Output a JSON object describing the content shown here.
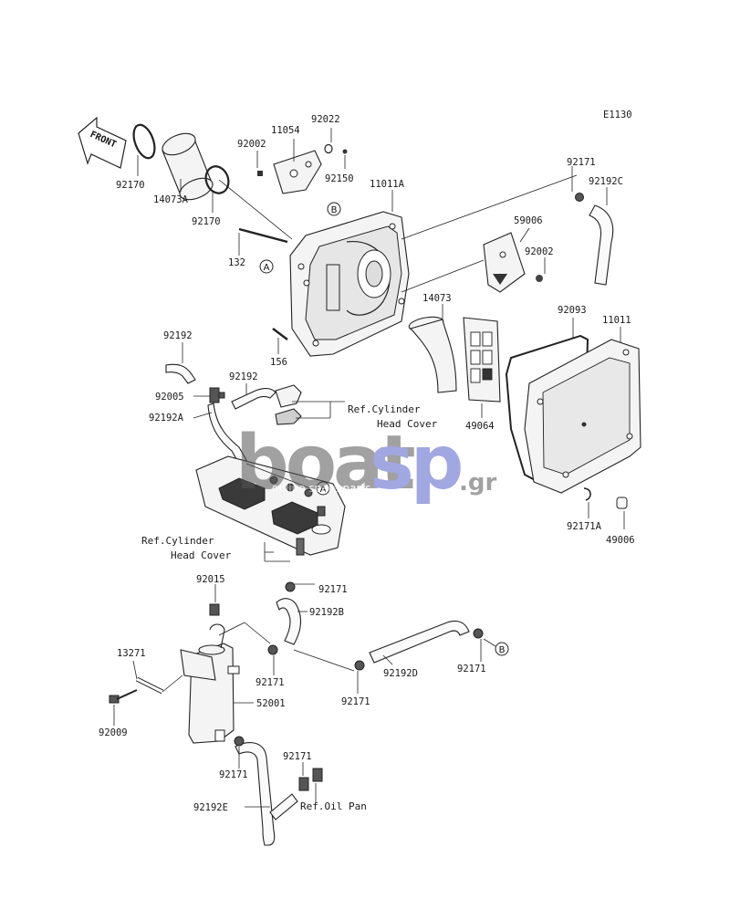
{
  "diagram_code": "E1130",
  "front_arrow_label": "FRONT",
  "parts": [
    {
      "id": "p1",
      "label": "92170"
    },
    {
      "id": "p2",
      "label": "14073A"
    },
    {
      "id": "p3",
      "label": "92170"
    },
    {
      "id": "p4",
      "label": "92002"
    },
    {
      "id": "p5",
      "label": "11054"
    },
    {
      "id": "p6",
      "label": "92022"
    },
    {
      "id": "p7",
      "label": "92150"
    },
    {
      "id": "p8",
      "label": "11011A"
    },
    {
      "id": "p9",
      "label": "132"
    },
    {
      "id": "p10",
      "label": "156"
    },
    {
      "id": "p11",
      "label": "92171"
    },
    {
      "id": "p12",
      "label": "92192C"
    },
    {
      "id": "p13",
      "label": "59006"
    },
    {
      "id": "p14",
      "label": "92002"
    },
    {
      "id": "p15",
      "label": "14073"
    },
    {
      "id": "p16",
      "label": "92093"
    },
    {
      "id": "p17",
      "label": "11011"
    },
    {
      "id": "p18",
      "label": "92192"
    },
    {
      "id": "p19",
      "label": "92192"
    },
    {
      "id": "p20",
      "label": "92005"
    },
    {
      "id": "p21",
      "label": "92192A"
    },
    {
      "id": "p22",
      "label": "49064"
    },
    {
      "id": "p23",
      "label": "92171A"
    },
    {
      "id": "p24",
      "label": "49006"
    },
    {
      "id": "p25",
      "label": "92171"
    },
    {
      "id": "p26",
      "label": "92192B"
    },
    {
      "id": "p27",
      "label": "92015"
    },
    {
      "id": "p28",
      "label": "13271"
    },
    {
      "id": "p29",
      "label": "92171"
    },
    {
      "id": "p30",
      "label": "92192D"
    },
    {
      "id": "p31",
      "label": "92171"
    },
    {
      "id": "p32",
      "label": "92171"
    },
    {
      "id": "p33",
      "label": "52001"
    },
    {
      "id": "p34",
      "label": "92009"
    },
    {
      "id": "p35",
      "label": "92171"
    },
    {
      "id": "p36",
      "label": "92171"
    },
    {
      "id": "p37",
      "label": "92192E"
    }
  ],
  "references": {
    "cyl_head_top_line1": "Ref.Cylinder",
    "cyl_head_top_line2": "Head Cover",
    "cyl_head_bottom_line1": "Ref.Cylinder",
    "cyl_head_bottom_line2": "Head Cover",
    "oil_pan": "Ref.Oil Pan"
  },
  "callouts": {
    "a": "A",
    "b": "B"
  },
  "watermark": {
    "brand_left": "boat",
    "brand_right": "sp",
    "suffix": ".gr",
    "tagline": "online spare parts"
  }
}
